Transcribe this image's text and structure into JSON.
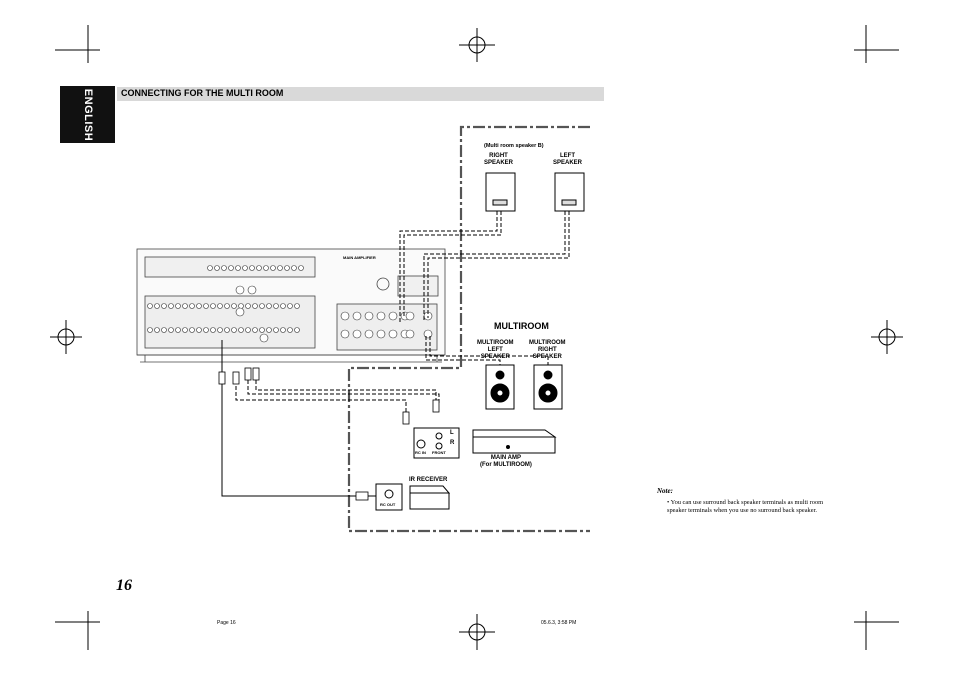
{
  "side_tab": {
    "label": "ENGLISH"
  },
  "section": {
    "title": "CONNECTING FOR THE MULTI ROOM"
  },
  "diagram": {
    "speaker_b_caption": "(Multi room speaker B)",
    "right_speaker_label": "RIGHT\nSPEAKER",
    "left_speaker_label": "LEFT\nSPEAKER",
    "multiroom_title": "MULTIROOM",
    "multiroom_left_label": "MULTIROOM\nLEFT\nSPEAKER",
    "multiroom_right_label": "MULTIROOM\nRIGHT\nSPEAKER",
    "main_amp_label": "MAIN AMP\n(For MULTIROOM)",
    "ir_receiver_label": "IR RECEIVER",
    "rc_out_label": "RC OUT",
    "rc_in_label": "RC IN",
    "front_label": "FRONT",
    "l_label": "L",
    "r_label": "R",
    "brand_label": "MAIN AMPLIFIER"
  },
  "note": {
    "title": "Note:",
    "text": "• You can use surround back speaker terminals as multi room speaker terminals when you use no surround back speaker."
  },
  "page_number": "16",
  "footer": {
    "page": "Page 16",
    "timestamp": "05.6.3, 3:58 PM"
  }
}
